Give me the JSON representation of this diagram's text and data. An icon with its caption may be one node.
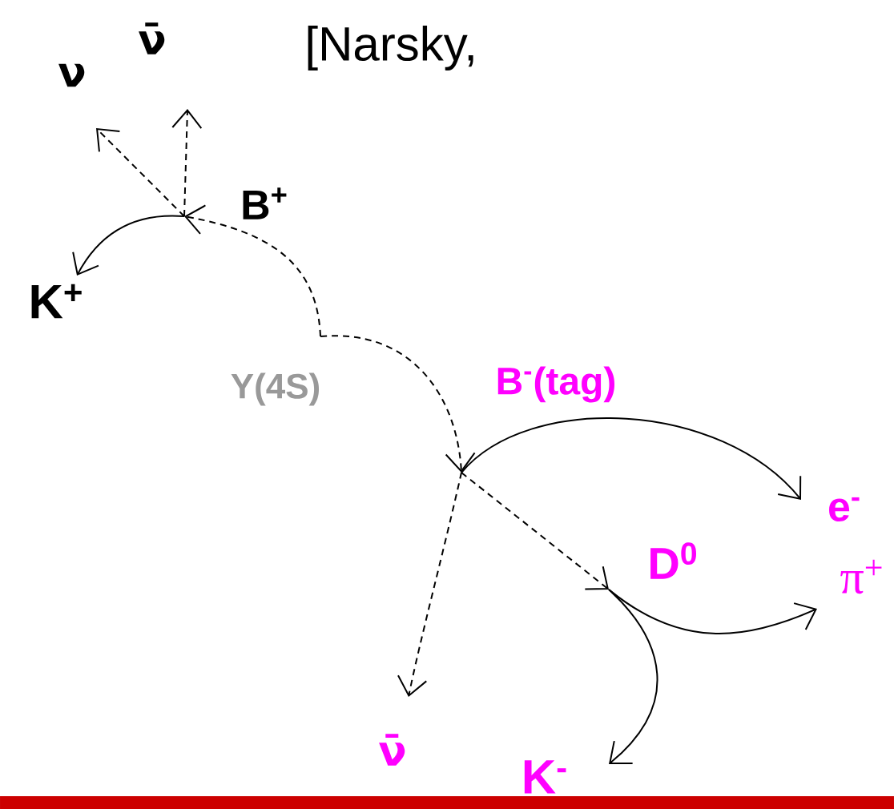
{
  "diagram": {
    "nodes": [
      {
        "text": [
          "ν"
        ]
      },
      {
        "text": [
          "ν̄"
        ]
      },
      {
        "text": [
          "B$^{+}$"
        ]
      },
      {
        "text": [
          "K$^{+}$"
        ]
      },
      {
        "text": [
          "Υ(4S)"
        ]
      },
      {
        "text": [
          "B$^{-}$(tag)"
        ]
      },
      {
        "text": [
          "e$^{-}$"
        ]
      },
      {
        "text": [
          "D$^{0}$"
        ]
      },
      {
        "text": [
          "π$^{+}$"
        ]
      },
      {
        "text": [
          "ν̄"
        ]
      },
      {
        "text": [
          "K$^{-}$"
        ]
      }
    ],
    "edges": [
      {
        "from": 2,
        "to": 0,
        "arrow": "to",
        "style": "dashed"
      },
      {
        "from": 2,
        "to": 1,
        "arrow": "to",
        "style": "dashed"
      },
      {
        "from": 2,
        "to": 3,
        "arrow": "to"
      },
      {
        "from": 4,
        "to": 2,
        "arrow": "to",
        "style": "dashed"
      },
      {
        "from": 4,
        "to": 5,
        "arrow": "to",
        "style": "dashed"
      },
      {
        "from": 5,
        "to": 6,
        "arrow": "to"
      },
      {
        "from": 5,
        "to": 7,
        "arrow": "to",
        "style": "dashed"
      },
      {
        "from": 5,
        "to": 9,
        "arrow": "to",
        "style": "dashed"
      },
      {
        "from": 7,
        "to": 8,
        "arrow": "to"
      },
      {
        "from": 7,
        "to": 10,
        "arrow": "to"
      }
    ],
    "labels": [
      "[Narsky,"
    ]
  }
}
